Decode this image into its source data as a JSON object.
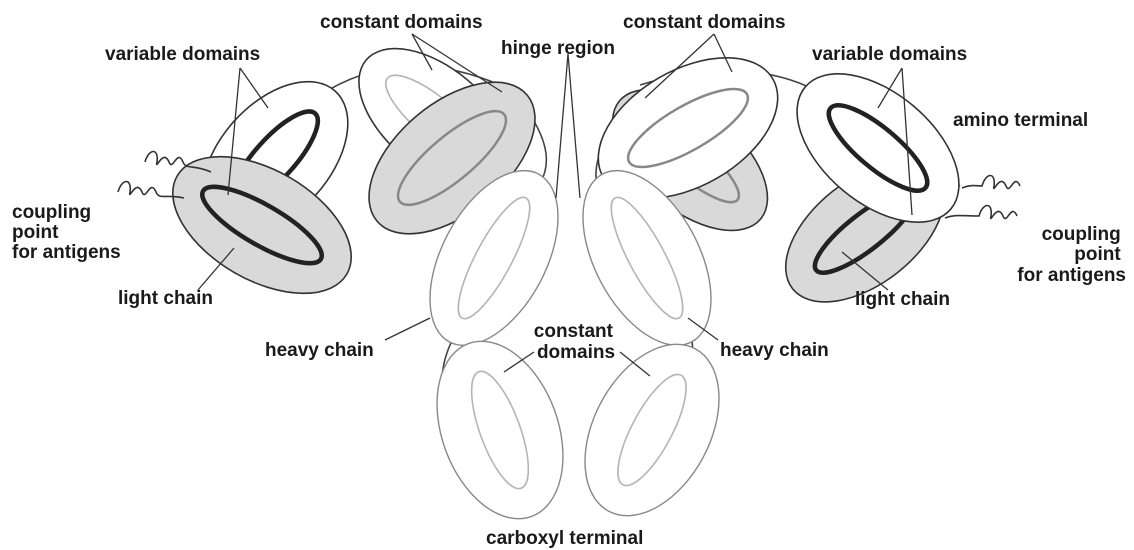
{
  "labels": {
    "constant_domains_left": "constant domains",
    "constant_domains_right": "constant domains",
    "hinge_region": "hinge region",
    "variable_domains_left": "variable domains",
    "variable_domains_right": "variable domains",
    "amino_terminal": "amino terminal",
    "coupling_left": [
      "coupling",
      "point",
      "for antigens"
    ],
    "coupling_right": [
      "coupling",
      "point",
      "for antigens"
    ],
    "light_chain_left": "light chain",
    "light_chain_right": "light chain",
    "heavy_chain_left": "heavy chain",
    "heavy_chain_right": "heavy chain",
    "constant_domains_bottom": [
      "constant",
      "domains"
    ],
    "carboxyl_terminal": "carboxyl terminal"
  }
}
